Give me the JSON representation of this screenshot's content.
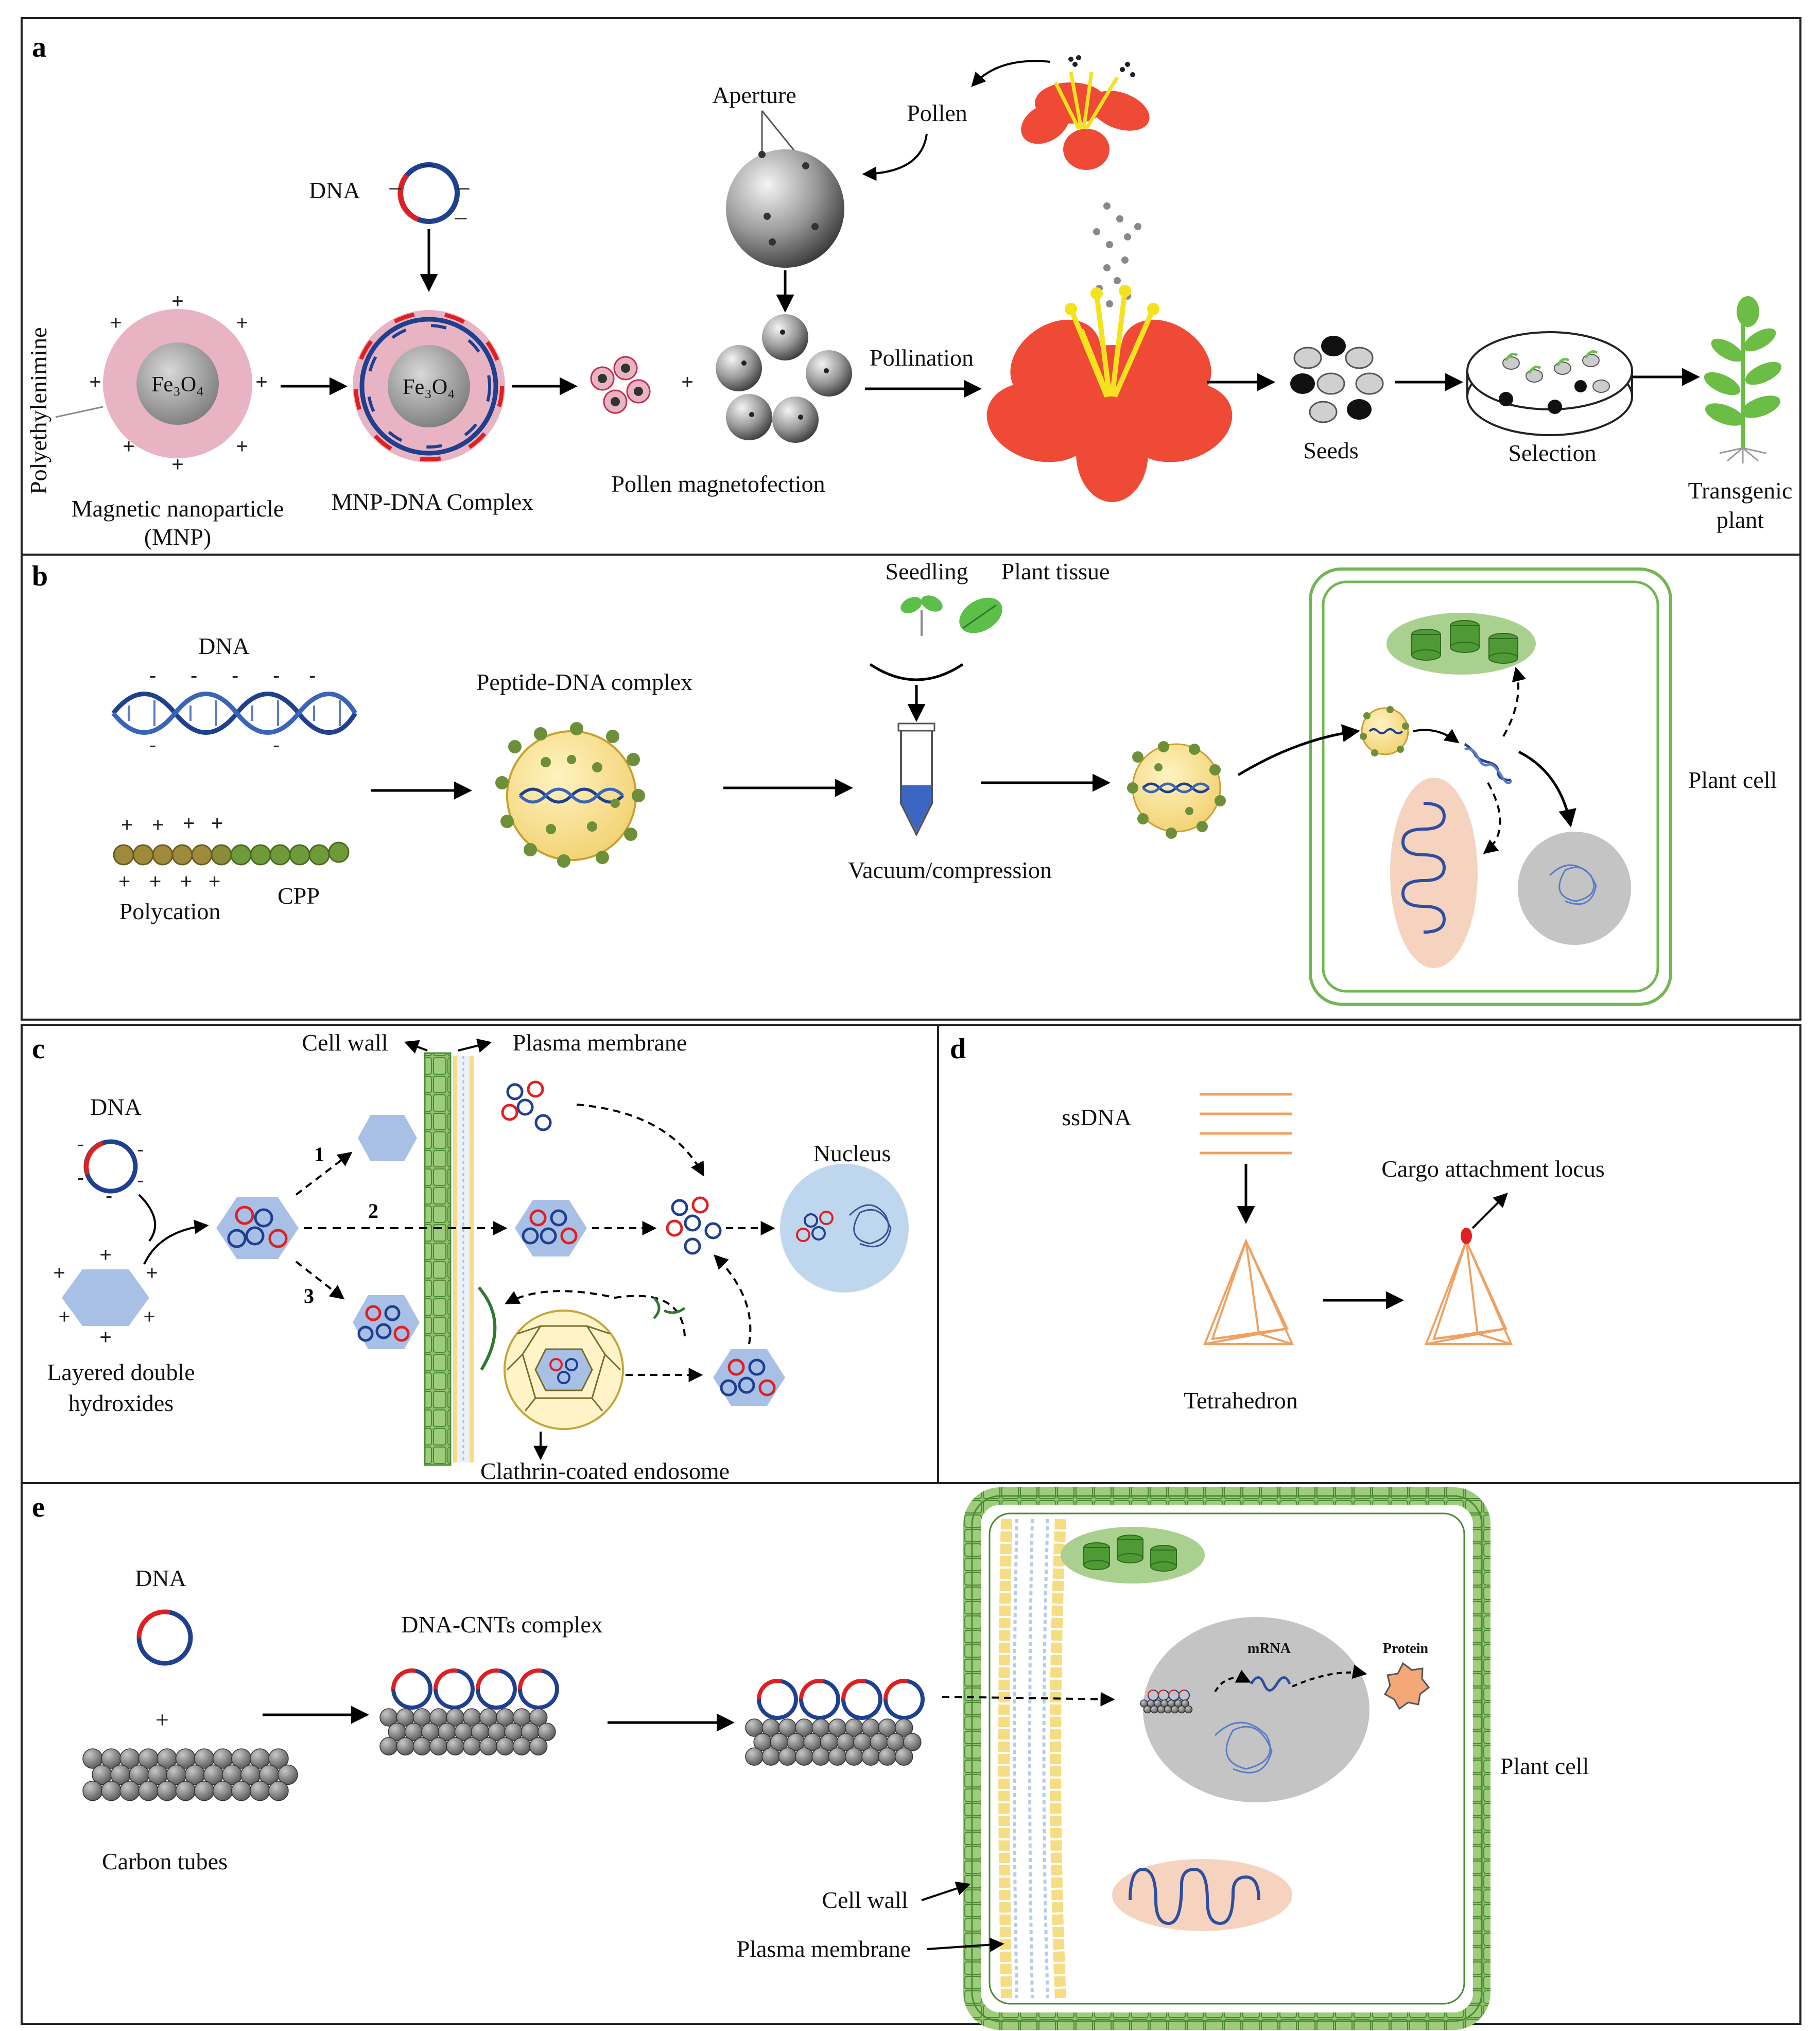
{
  "panels": {
    "a": {
      "letter": "a",
      "dna": "DNA",
      "polymer": "Polyethylenimine",
      "core": "Fe₃O₄",
      "mnp_line1": "Magnetic nanoparticle",
      "mnp_line2": "(MNP)",
      "complex": "MNP-DNA Complex",
      "aperture": "Aperture",
      "pollen": "Pollen",
      "pollination": "Pollination",
      "magnetofection": "Pollen magnetofection",
      "seeds": "Seeds",
      "selection": "Selection",
      "transgenic1": "Transgenic",
      "transgenic2": "plant"
    },
    "b": {
      "letter": "b",
      "dna": "DNA",
      "polycation": "Polycation",
      "cpp": "CPP",
      "complex": "Peptide-DNA complex",
      "seedling": "Seedling",
      "tissue": "Plant tissue",
      "vacuum": "Vacuum/compression",
      "plant_cell": "Plant cell"
    },
    "c": {
      "letter": "c",
      "cell_wall": "Cell wall",
      "plasma_membrane": "Plasma membrane",
      "dna": "DNA",
      "ldh1": "Layered double",
      "ldh2": "hydroxides",
      "nucleus": "Nucleus",
      "endosome": "Clathrin-coated endosome",
      "route1": "1",
      "route2": "2",
      "route3": "3"
    },
    "d": {
      "letter": "d",
      "ssdna": "ssDNA",
      "cargo": "Cargo attachment locus",
      "tetrahedron": "Tetrahedron"
    },
    "e": {
      "letter": "e",
      "dna": "DNA",
      "plus": "+",
      "carbon": "Carbon tubes",
      "complex": "DNA-CNTs complex",
      "mrna": "mRNA",
      "protein": "Protein",
      "plant_cell": "Plant cell",
      "cell_wall": "Cell wall",
      "plasma_membrane": "Plasma membrane"
    }
  },
  "colors": {
    "dna_blue": "#1f3f8f",
    "dna_red": "#e02020",
    "pei_pink": "#e8b4c4",
    "flower_red": "#ee4a36",
    "stamen_yellow": "#f5e21e",
    "cell_green": "#72b752",
    "wall_green": "#8cc26a",
    "membrane_yellow": "#f6dc82",
    "ldh_blue": "#a8bfe6",
    "nucleus_grey": "#c4c4c4",
    "chloroplast_green": "#a9d08e",
    "mito_peach": "#f6d3bf",
    "tetra_orange": "#f0a060"
  }
}
